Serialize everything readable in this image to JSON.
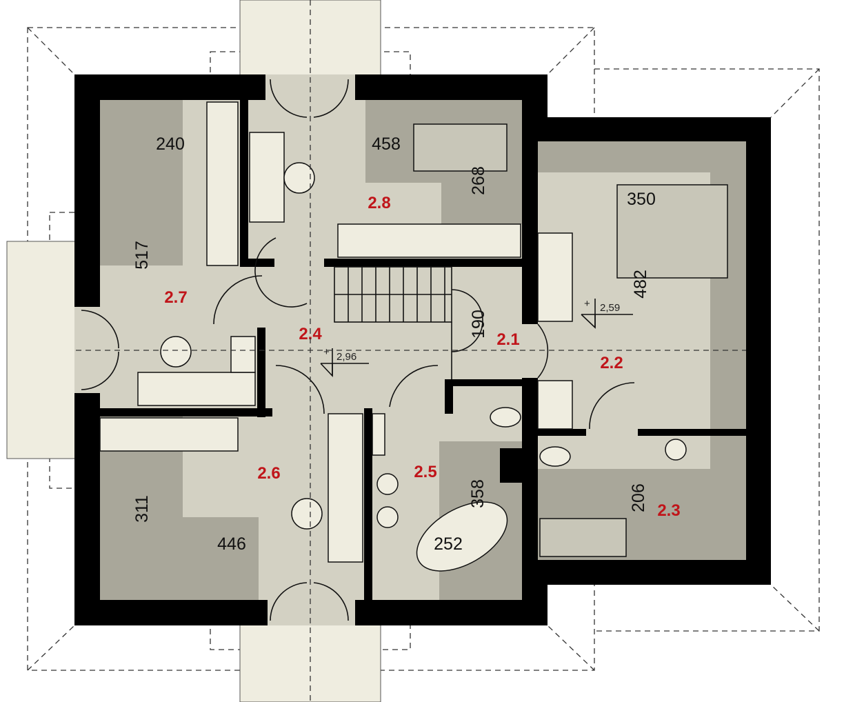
{
  "rooms": [
    {
      "id": "2.1"
    },
    {
      "id": "2.2"
    },
    {
      "id": "2.3"
    },
    {
      "id": "2.4"
    },
    {
      "id": "2.5"
    },
    {
      "id": "2.6"
    },
    {
      "id": "2.7"
    },
    {
      "id": "2.8"
    }
  ],
  "dimensions": [
    "240",
    "458",
    "268",
    "517",
    "190",
    "350",
    "482",
    "358",
    "252",
    "311",
    "446",
    "206"
  ],
  "levels": [
    "2,96",
    "2,59"
  ],
  "colors": {
    "room_label": "#c0151a",
    "wall": "#000000",
    "floor": "#d3d1c3",
    "sloped_ceiling_dark": "#a9a79a",
    "furniture": "#efede0"
  }
}
